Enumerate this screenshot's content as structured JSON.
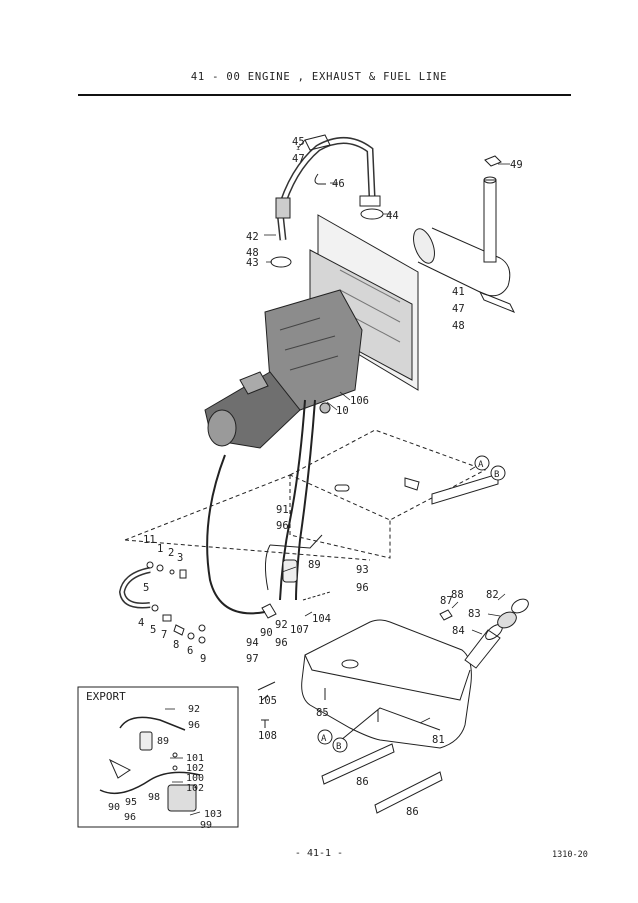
{
  "header": {
    "title": "41 - 00   ENGINE , EXHAUST & FUEL LINE"
  },
  "footer": {
    "page": "- 41-1 -",
    "code": "1310-20"
  },
  "export_box": {
    "title": "EXPORT"
  },
  "callouts": {
    "c45_47": [
      "45",
      "47"
    ],
    "c46": "46",
    "c49": "49",
    "c44": "44",
    "c42_48_43": [
      "42",
      "48",
      "43"
    ],
    "c41_47_48": [
      "41",
      "47",
      "48"
    ],
    "c106": "106",
    "c10": "10",
    "cA": "A",
    "cB": "B",
    "c91_96": [
      "91",
      "96"
    ],
    "c11": "11",
    "c1": "1",
    "c2": "2",
    "c3": "3",
    "c5": "5",
    "c89": "89",
    "c93_96": [
      "93",
      "96"
    ],
    "c87_88": [
      "87",
      "88"
    ],
    "c82": "82",
    "c83": "83",
    "c84": "84",
    "c4": "4",
    "c5b": "5",
    "c7": "7",
    "c8": "8",
    "c6": "6",
    "c9": "9",
    "c104": "104",
    "c107": "107",
    "c92_96": [
      "92",
      "96"
    ],
    "c90": "90",
    "c94_97": [
      "94",
      "97"
    ],
    "c105": "105",
    "c108": "108",
    "c85": "85",
    "c81": "81",
    "cA2": "A",
    "cB2": "B",
    "c86a": "86",
    "c86b": "86",
    "ex_92_96": [
      "92",
      "96"
    ],
    "ex_89": "89",
    "ex_101": "101",
    "ex_102a": "102",
    "ex_100": "100",
    "ex_102b": "102",
    "ex_95": "95",
    "ex_98": "98",
    "ex_90_96": [
      "90",
      "96"
    ],
    "ex_103": "103",
    "ex_99": "99"
  }
}
